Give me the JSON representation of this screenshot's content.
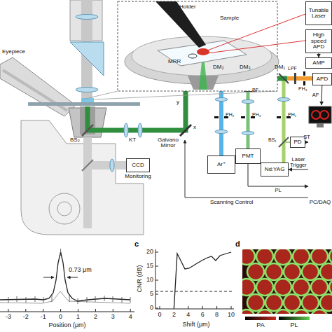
{
  "diagram": {
    "nodes": [
      {
        "text": [
          "Tunable Laser"
        ]
      },
      {
        "text": [
          "High speed APD"
        ]
      },
      {
        "text": [
          "AMP"
        ]
      },
      {
        "text": [
          "APD"
        ]
      },
      {
        "text": [
          "CCD"
        ]
      },
      {
        "text": [
          "Ar⁺"
        ]
      },
      {
        "text": [
          "PMT"
        ]
      },
      {
        "text": [
          "PD"
        ]
      },
      {
        "text": [
          "Nd:YAG"
        ]
      },
      {
        "text": [
          "PC/DAQ"
        ]
      }
    ],
    "edges": [
      {
        "from": 1,
        "to": 2,
        "arrow": "to"
      },
      {
        "from": 3,
        "to": 9,
        "label": "AF",
        "arrow": "to"
      },
      {
        "from": 7,
        "to": 9,
        "label": "ST",
        "arrow": "to"
      },
      {
        "from": 9,
        "to": 8,
        "label": "Laser Trigger",
        "arrow": "to"
      },
      {
        "from": 6,
        "to": 9,
        "label": "PL",
        "arrow": "to"
      }
    ],
    "labels": [
      "Holder",
      "Sample",
      "MRR",
      "Eyepiece",
      "BS₂",
      "KT",
      "Monitoring",
      "Galvano Mirror",
      "y",
      "x",
      "DM₂",
      "DM₃",
      "DM₁",
      "LPF",
      "PH₄",
      "BF",
      "PH₂",
      "PH₃",
      "PH₁",
      "BS₁",
      "Scanning Control",
      "0.73 μm",
      "-3",
      "-2",
      "-1",
      "0",
      "1",
      "2",
      "3",
      "4",
      "Position (μm)",
      "c",
      "CNR (dB)",
      "0",
      "5",
      "10",
      "15",
      "20",
      "0",
      "2",
      "4",
      "6",
      "8",
      "10",
      "Shift (μm)",
      "d"
    ],
    "legend": [
      {
        "text": "PA",
        "color": "#c62a1e"
      },
      {
        "text": "PL",
        "color": "#5fcf4a"
      }
    ]
  }
}
